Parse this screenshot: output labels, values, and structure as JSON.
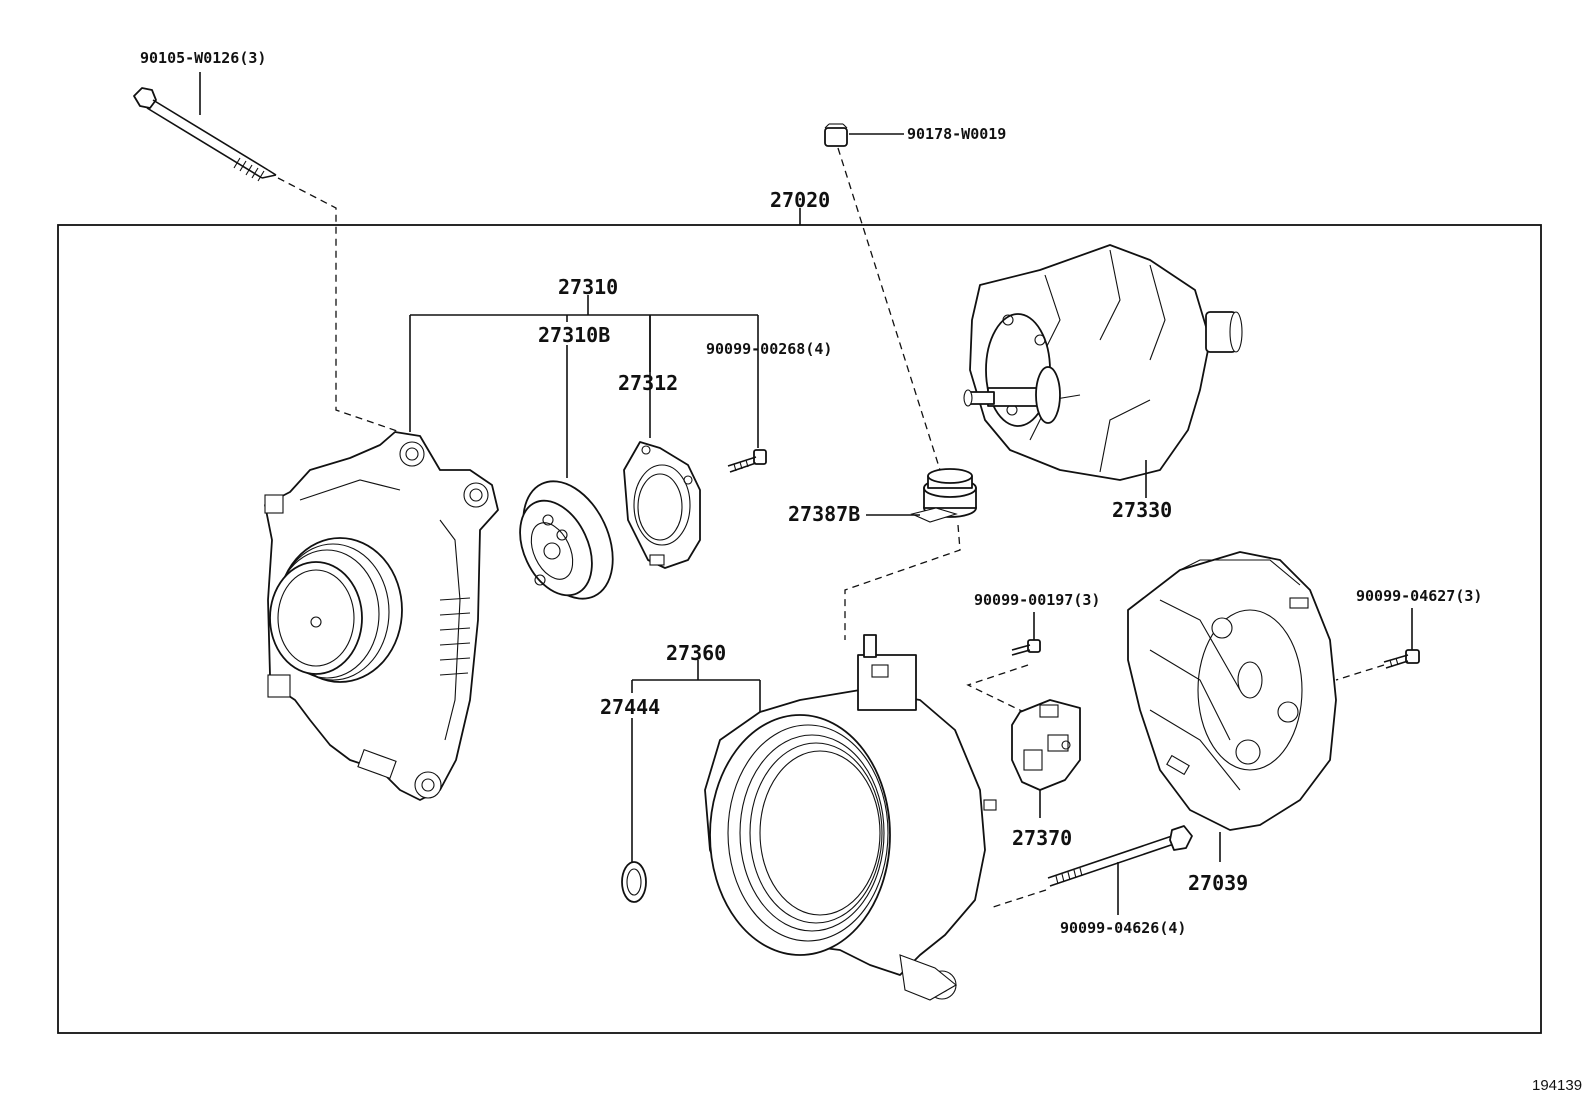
{
  "diagram": {
    "figure_id": "194139",
    "assembly_label": "27020",
    "part_labels": {
      "bolt_top": "90105-W0126(3)",
      "nut_top": "90178-W0019",
      "frame_assy": "27310",
      "bearing": "27310B",
      "retainer": "27312",
      "screw_retainer": "90099-00268(4)",
      "insulator": "27387B",
      "rotor": "27330",
      "stator": "27360",
      "washer": "27444",
      "screw_regulator": "90099-00197(3)",
      "regulator": "27370",
      "screw_cover": "90099-04627(3)",
      "rear_cover": "27039",
      "bolt_long": "90099-04626(4)"
    }
  }
}
